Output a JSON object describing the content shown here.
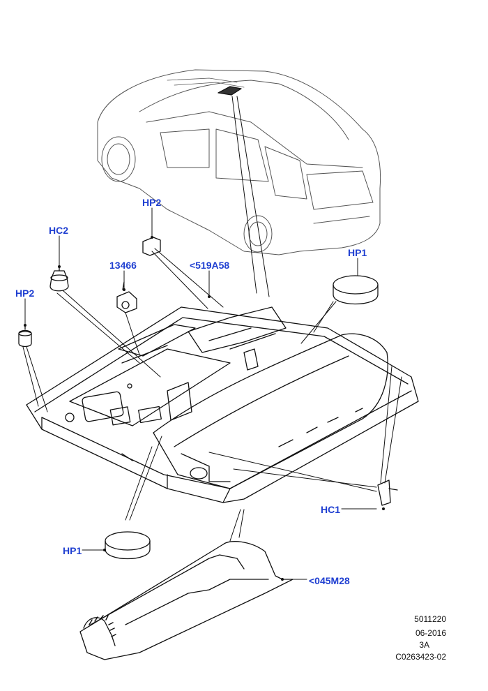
{
  "colors": {
    "callout": "#1f3fd1",
    "line": "#111111"
  },
  "callouts": {
    "hp2_top": "HP2",
    "hc2": "HC2",
    "p13466": "13466",
    "p519a58": "<519A58",
    "hp1_right": "HP1",
    "hp2_left": "HP2",
    "hc1": "HC1",
    "hp1_bottom": "HP1",
    "p045m28": "<045M28"
  },
  "document_info": {
    "line1": "5011220",
    "line2": "06-2016",
    "line3": "3A",
    "line4": "C0263423-02"
  }
}
